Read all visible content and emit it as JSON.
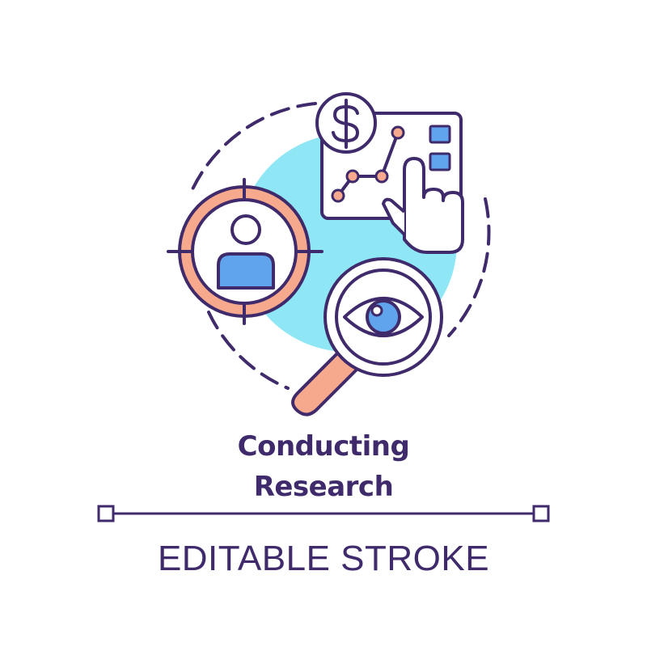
{
  "title": {
    "line1": "Conducting",
    "line2": "Research"
  },
  "footer": {
    "label": "EDITABLE STROKE"
  },
  "icons": [
    "dollar-coin-icon",
    "growth-chart-icon",
    "pointing-hand-icon",
    "target-person-icon",
    "magnifier-eye-icon"
  ],
  "colors": {
    "outline": "#3f2a6b",
    "accent_cyan": "#8fe6f5",
    "accent_blue": "#5fa4ec",
    "accent_orange": "#f6a98c",
    "background": "#ffffff"
  }
}
